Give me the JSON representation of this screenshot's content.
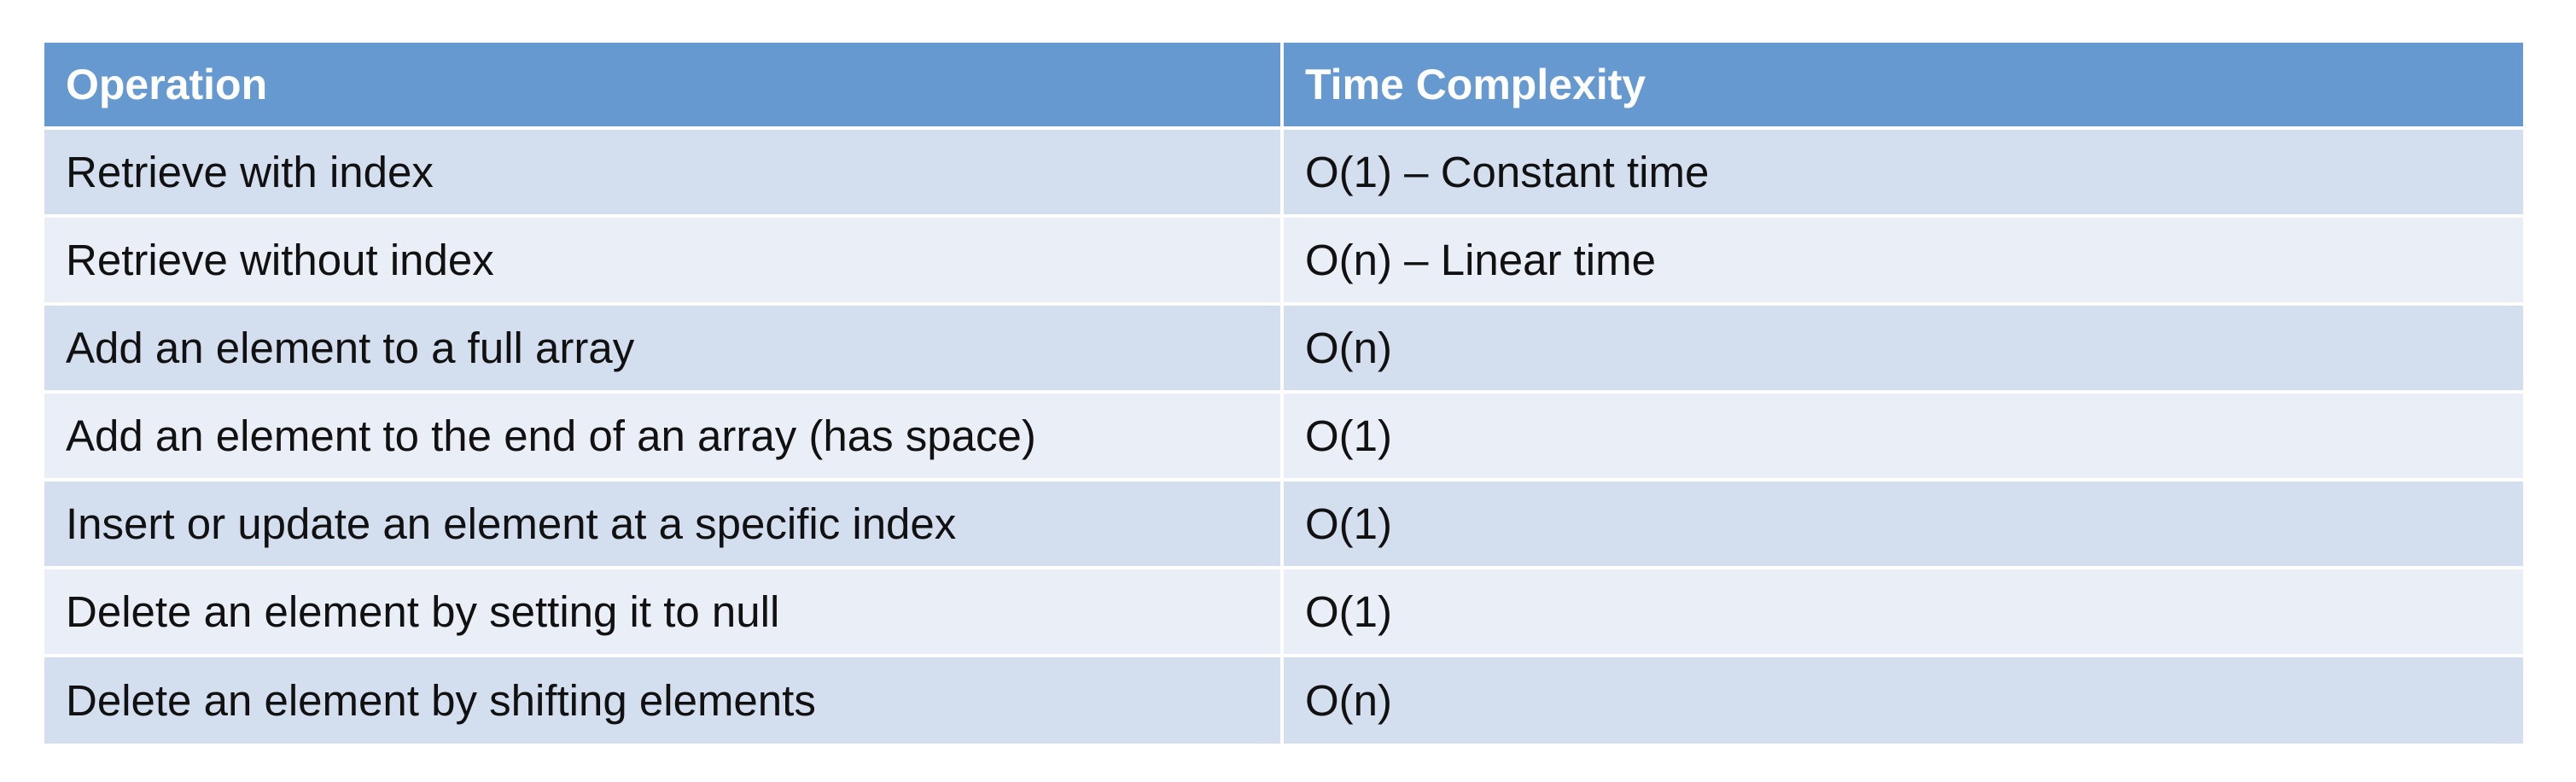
{
  "table": {
    "headers": [
      "Operation",
      "Time Complexity"
    ],
    "rows": [
      [
        "Retrieve with index",
        "O(1) – Constant time"
      ],
      [
        "Retrieve without index",
        "O(n) – Linear time"
      ],
      [
        "Add an element to a full array",
        "O(n)"
      ],
      [
        "Add an element to the end of an array (has space)",
        "O(1)"
      ],
      [
        "Insert or update an element at a specific index",
        "O(1)"
      ],
      [
        "Delete an element by setting it to null",
        "O(1)"
      ],
      [
        "Delete an element by shifting elements",
        "O(n)"
      ]
    ]
  },
  "colors": {
    "header_bg": "#6699cf",
    "header_text": "#ffffff",
    "row_dark": "#d3deee",
    "row_light": "#eaeef7",
    "text": "#111111"
  }
}
